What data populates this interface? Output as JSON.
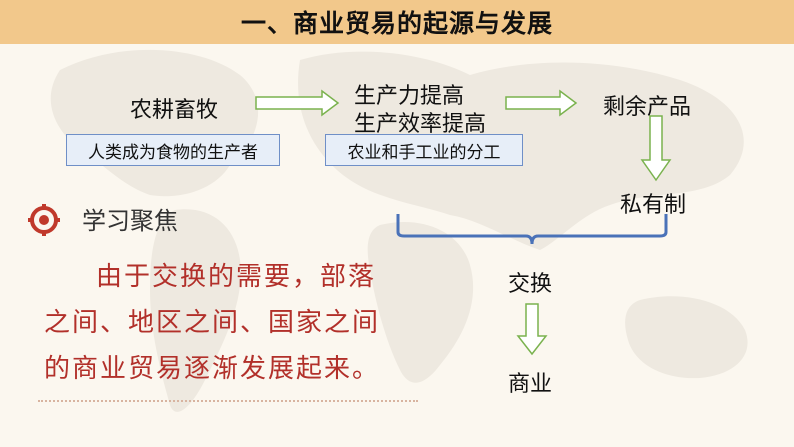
{
  "title": "一、商业贸易的起源与发展",
  "flow": {
    "n1": "农耕畜牧",
    "n2a": "生产力提高",
    "n2b": "生产效率提高",
    "n3": "剩余产品",
    "n4": "私有制",
    "n5": "交换",
    "n6": "商业",
    "box1": "人类成为食物的生产者",
    "box2": "农业和手工业的分工"
  },
  "focus": {
    "title": "学习聚焦",
    "line1": "由于交换的需要，部落",
    "line2": "之间、地区之间、国家之间",
    "line3": "的商业贸易逐渐发展起来。"
  },
  "colors": {
    "title_bar": "#f2c88b",
    "arrow": "#7ab24e",
    "bracket": "#4a72b8",
    "focus_text": "#b2302a",
    "focus_icon": "#c0392b"
  },
  "icons": {
    "focus": "target-icon",
    "background": "world-map"
  }
}
